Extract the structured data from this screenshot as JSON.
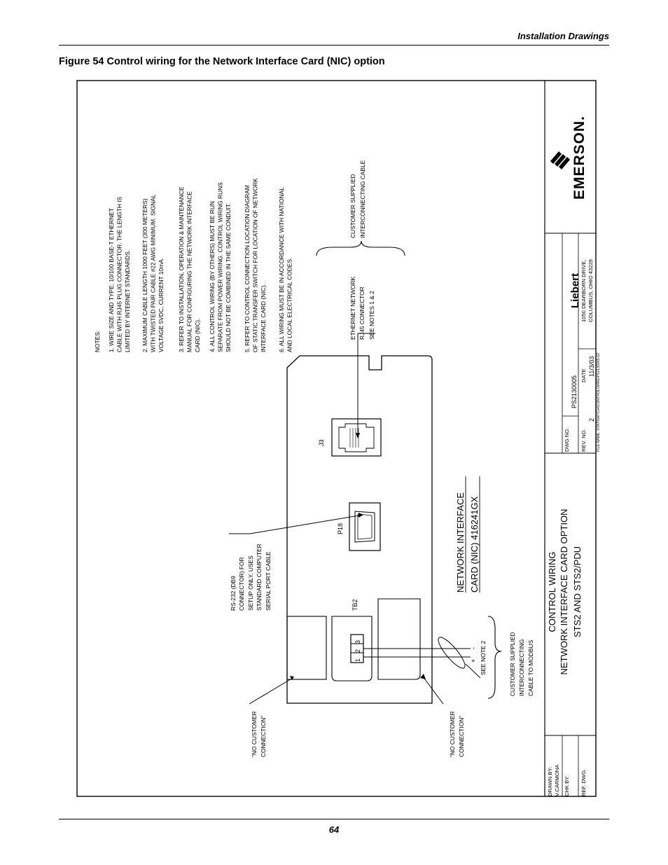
{
  "header": {
    "title": "Installation Drawings"
  },
  "figure": {
    "caption": "Figure 54  Control wiring for the Network Interface Card (NIC) option"
  },
  "drawing": {
    "notes_title": "NOTES:",
    "notes": [
      [
        "1. WIRE SIZE AND TYPE: 10/100 BASE-T ETHERNET",
        "CABLE WITH RJ45 PLUG CONNECTOR. THE LENGTH IS",
        "LIMITED BY INTERNET STANDARDS."
      ],
      [
        "2. MAXIMUM CABLE LENGTH 1000 FEET (300 METERS)",
        "WITH TWISTED PAIR CABLE #22 AWG MINIMUM. SIGNAL",
        "VOLTAGE 5VDC, CURRENT 10mA."
      ],
      [
        "3. REFER TO INSTALLATION, OPERATION & MAINTENANCE",
        "MANUAL FOR CONFIGURING THE NETWORK INTERFACE",
        "CARD (NIC)."
      ],
      [
        "4. ALL CONTROL WIRING (BY OTHERS) MUST BE RUN",
        "SEPARATE FROM POWER WIRING. CONTROL WIRING RUNS",
        "SHOULD NOT BE COMBINED IN THE SAME CONDUIT."
      ],
      [
        "5. REFER TO CONTROL CONNECTION LOCATION DIAGRAM",
        "OF STATIC TRANSFER SWITCH FOR LOCATION OF NETWORK",
        "INTERFACE CARD (NIC)."
      ],
      [
        "6. ALL WIRING MUST BE IN ACCORDANCE WITH NATIONAL",
        "AND LOCAL ELECTRICAL CODES."
      ]
    ],
    "ethernet_label": [
      "ETHERNET NETWORK",
      "RJ45 CONNECTOR",
      "SEE NOTES 1 & 2"
    ],
    "customer_cable_label": [
      "CUSTOMER SUPPLIED",
      "INTERCONNECTING CABLE"
    ],
    "rs232_label": [
      "RS-232 (DB9",
      "CONNECTOR) FOR",
      "SETUP ONLY. USES",
      "STANDARD COMPUTER",
      "SERIAL PORT CABLE"
    ],
    "modbus_label": [
      "CUSTOMER SUPPLIED",
      "INTERCONNECTING",
      "CABLE TO MODBUS"
    ],
    "no_connection_1": [
      "\"NO CUSTOMER",
      "CONNECTION\""
    ],
    "no_connection_2": [
      "\"NO CUSTOMER",
      "CONNECTION\""
    ],
    "j3": "J3",
    "p18": "P18",
    "tb2": "TB2",
    "terminal_numbers": [
      "1",
      "2",
      "3"
    ],
    "plus": "+",
    "minus": "-",
    "see_note_2": "SEE NOTE 2",
    "nic_label": [
      "NETWORK INTERFACE",
      "CARD (NIC) 416241GX"
    ],
    "control_wiring_title": [
      "CONTROL WIRING",
      "NETWORK INTERFACE CARD OPTION",
      "STS2 AND STS2/PDU"
    ],
    "title_block": {
      "dwg_no_label": "DWG NO.",
      "dwg_no": "PS2130005",
      "rev_no_label": "REV. NO.",
      "rev_no": "2",
      "date_label": "DATE",
      "date": "11/3/03",
      "filename": "FILE NAME: STATSWITCH\\CONTROL\\WIRE\\PS2130005-02",
      "liebert": "Liebert",
      "address": [
        "1050 DEARBORN DRIVE,",
        "COLUMBUS, OHIO 43229"
      ],
      "emerson": "EMERSON.",
      "drawn_by_label": "DRAWN BY:",
      "drawn_by": "V.CARMONA",
      "chk_by_label": "CHK BY:",
      "ref_dwg_label": "REF. DWG."
    }
  },
  "footer": {
    "page_number": "64"
  }
}
